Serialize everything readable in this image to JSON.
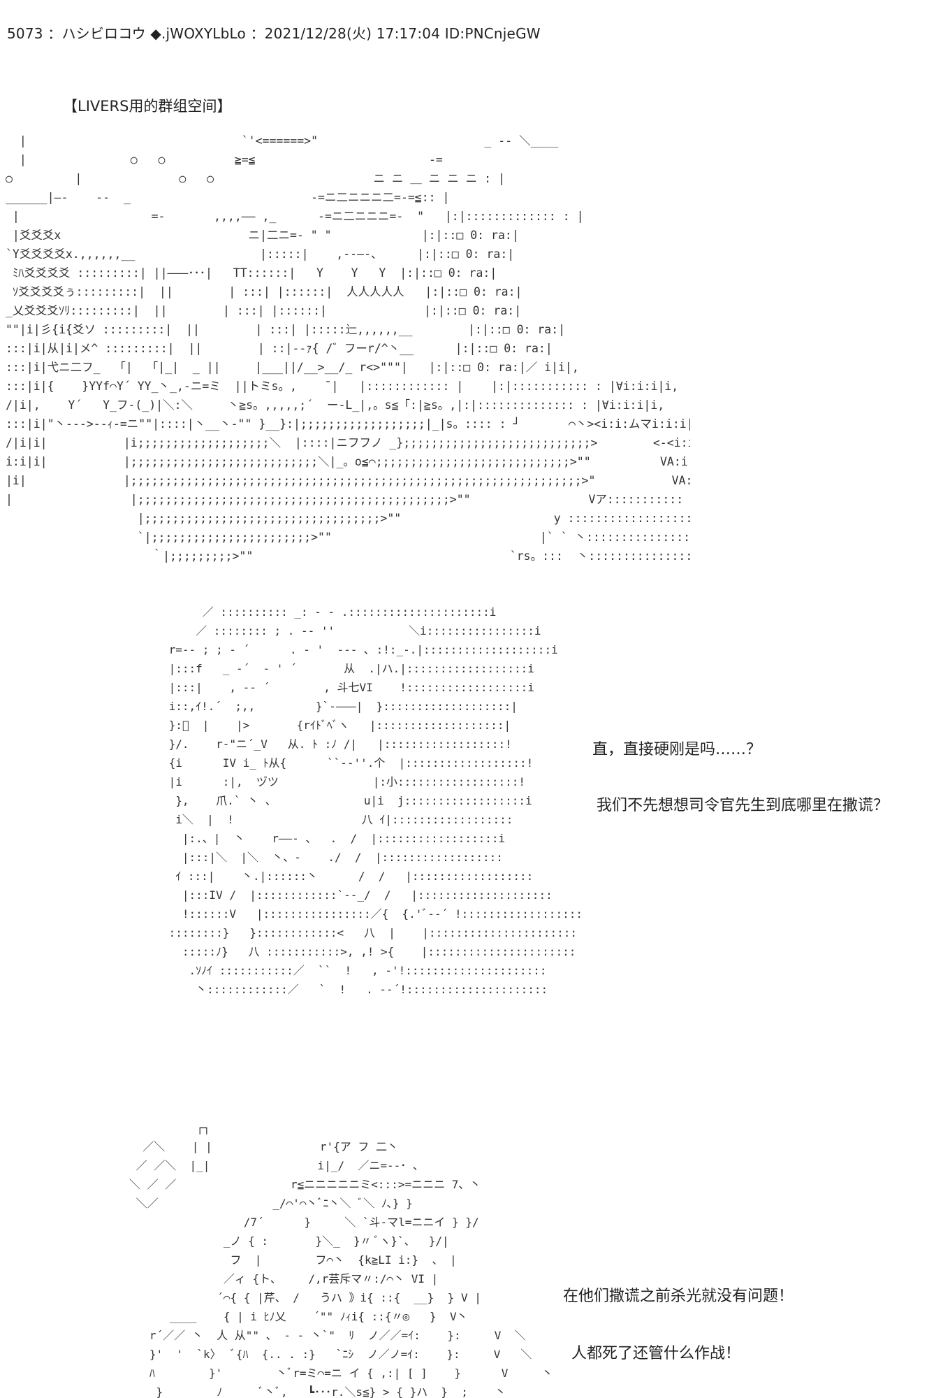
{
  "header": {
    "post_line": "5073 ：ハシビロコウ ◆.jWOXYLbLo ：2021/12/28(火) 17:17:04 ID:PNCnjeGW"
  },
  "section": {
    "title": "【LIVERS用的群组空间】"
  },
  "art": {
    "scene": "  |                               `'<======>\"                        _ -‐ ＼____\n  |               ○   ○          ≧=≦                         -=\n○         |              ○   ○                       ニ ニ ＿ ニ ニ ニ : |\n______|―-    --  _                          -=ニ二ニニニ二=-=≦:: |\n |                   =-       ,,,,―― ,_      -=ニ二ニニニ=-  \"   |:|::::::::::::: : |\n |爻爻爻x                           ニ|二ニ=- \" \"             |:|::□ 0: ra:|\n`Y爻爻爻爻x.,,,,,,__                  |:::::|    ,--―-、     |:|::□ 0: ra:|\n ﾐﾊ爻爻爻爻 :::::::::| ||―――･･･|   TT::::::|   Y    Y   Y  |:|::□ 0: ra:|\n ｿ爻爻爻爻ぅ:::::::::|  ||        | :::| |::::::|  人人人人人   |:|::□ 0: ra:|\n_乂爻爻爻ｿﾘ:::::::::|  ||        | :::| |::::::|              |:|::□ 0: ra:|\n\"\"|i|彡{i{爻ソ :::::::::|  ||        | :::| |:::::辷,,,,,,__        |:|::□ 0: ra:|\n:::|i|从|i|メ^ :::::::::|  ||        | ::|-‐ｧ{ /゛フーr/^丶__      |:|::□ 0: ra:|\n:::|i|弋ニ二フ_  「|  「|_|  _ ||     |___||/__>__/_ r<>\"\"\"|   |:|::□ 0: ra:|／ i|i|,\n:::|i|{    }YYf⌒Y´ YY_丶_,-ニ=ミ  ||トミs。,    ¯|   |:::::::::::: |    |:|::::::::::: : |∀i:i:i|i,\n/|i|,    Y´   Y_フ-(_)|＼:＼     丶≧s。,,,,,;´  ー-L_|,。s≦「:|≧s。,|:|:::::::::::::: : |∀i:i:i|i,\n:::|i|\"丶--->--ｨ-=ニ\"\"|::::|丶__丶-\"\" }__}:|;;;;;;;;;;;;;;;;;;|_|s。:::: : ┘       ⌒丶><i:i:ムマi:i:i|i\n/|i|i|           |i;;;;;;;;;;;;;;;;;;;＼  |::::|ニフフノ _};;;;;;;;;;;;;;;;;;;;;;;;;;;>        <-<i:i:i:i:i:ムマi;／ ::::::, ---\ni:i|i|           |;;;;;;;;;;;;;;;;;;;;;;;;;;;＼|_。o≦⌒;;;;;;;;;;;;;;;;;;;;;;;;;;;;>\"\"          VA:i:i:i:i:i:y ::::::::<乂__\n|i|              |;;;;;;;;;;;;;;;;;;;;;;;;;;;;;;;;;;;;;;;;;;;;;;;;;;;;;;;;;;;;;;;;;>\"           VA:i:i:／ ::::::／  ≧s。,\n|                 |;;;;;;;;;;;;;;;;;;;;;;;;;;;;;;;;;;;;;;;;;;;;;>\"\"                 Vア:::::::::::  ` 丶\n                   |;;;;;;;;;;;;;;;;;;;;;;;;;;;;;;;;;;>\"\"                      y ::::::::::::::::::::::::: `\n                   `|;;;;;;;;;;;;;;;;;;;;;;;>\"\"                              |` ` 丶:::::::::::::::::::::::::\n                     ｀|;;;;;;;;;>\"\"                                     `rs。:::  丶::::::::::::::::::",
    "face": "      ／ :::::::::: _: - ‐ .:::::::::::::::::::::i\n     ／ :::::::: ; . -‐ ''           ＼i::::::::::::::::i\n r=-‐ ; ; - ´      . - '  -‐- ､ :!:_-.|:::::::::::::::::::i\n |:::f   _ ‐´  - ' ´       从  .|ハ.|::::::::::::::::::i\n |:::|    , -‐ ´        , 斗七VI    !::::::::::::::::::i\n i::,ｲ!.´  ;,,         }`-―――|  }:::::::::::::::::::|\n }:ﾞ  |    |>       {rｲﾄﾞﾍﾞヽ   |:::::::::::::::::::|\n }/.    r‐\"ニ´_V   从. ﾄ :ﾉ /|   |::::::::::::::::::!\n {i      IV i_ ﾄ从{      ``-‐''.个  |::::::::::::::::::!\n |i      :|,  ヅツ              |:小::::::::::::::::::!\n  },    爪.` 丶 、             u|i  j::::::::::::::::::i\n  i＼  |  !                   八 ｲ|::::::::::::::::::\n   |:.、|  丶    r――- 、  .  /  |::::::::::::::::::i\n   |:::|＼  |＼  丶、-    ./  /  |::::::::::::::::::\n  ｲ :::|    丶.|::::::丶      /  /   |::::::::::::::::::\n   |:::IV /  |::::::::::::`‐-_/  /   |::::::::::::::::::::\n   !::::::V   |::::::::::::::::／{  {.'ﾞ-‐´ !::::::::::::::::::::\n ::::::::}   }::::::::::::<   八  |    |::::::::::::::::::::::\n   :::::ﾉ}   八 :::::::::::>, ,! >{    |::::::::::::::::::::::\n    .ｿﾉｲ :::::::::::／  ``  !   , -'!:::::::::::::::::::::\n     丶::::::::::::／   `  !   . -‐´!:::::::::::::::::::::",
    "figure": "          ┌┐\n  ／＼    | |                r'{ア フ 二丶\n ／ ／＼  |_|                i|_/  ／ニ=--･ 、\n＼ ／ ／                 r≦ニニニニニミ<:::>=ニニニ 7、丶\n ＼／                 _/⌒'⌒丶ﾞﾆ丶＼ ﾞ＼ ﾉ､} }\n                 /7´      }     ＼ `斗-マl=ニニイ } }/\n              _ノ { :       }＼_  }〃 ﾞヽ}`、  }/|\n               フ  |        フ⌒丶  {k≧LI i:}  、 |\n              ／ィ {ト、    /,r芸斥マ〃:/⌒丶 VI |\n             ´⌒{ { |芹、 /   うハ 》i{ ::{  __}  } V |\n      ____    { | i ﾋﾉ乂    ´\"\" ﾉｨi{ ::{〃◎   }  V丶\n   r´／／ 丶  人 从\"\" 、 - ‐ 丶`\"  ﾘ  ノ／／=ｲ:    }:     V  ＼\n   }'  '  `k〉  ﾞ{ﾊ  {.. . :}   `ﾆｼ  ノ／ノ=ｲ:    }:     V   ＼\n   ﾊ        }'        丶ﾞr=ミ⌒=ニ イ { ,:| [ ]    }      V     丶\n    }        ﾉ      ﾞ丶ﾞ,   ┗･･･r.＼s≦}_> { }ハ  }  ;    丶"
  },
  "dialogue": [
    "直，直接硬刚是吗……？",
    "我们不先想想司令官先生到底哪里在撒谎？",
    "在他们撒谎之前杀光就没有问题！",
    "人都死了还管什么作战！"
  ]
}
